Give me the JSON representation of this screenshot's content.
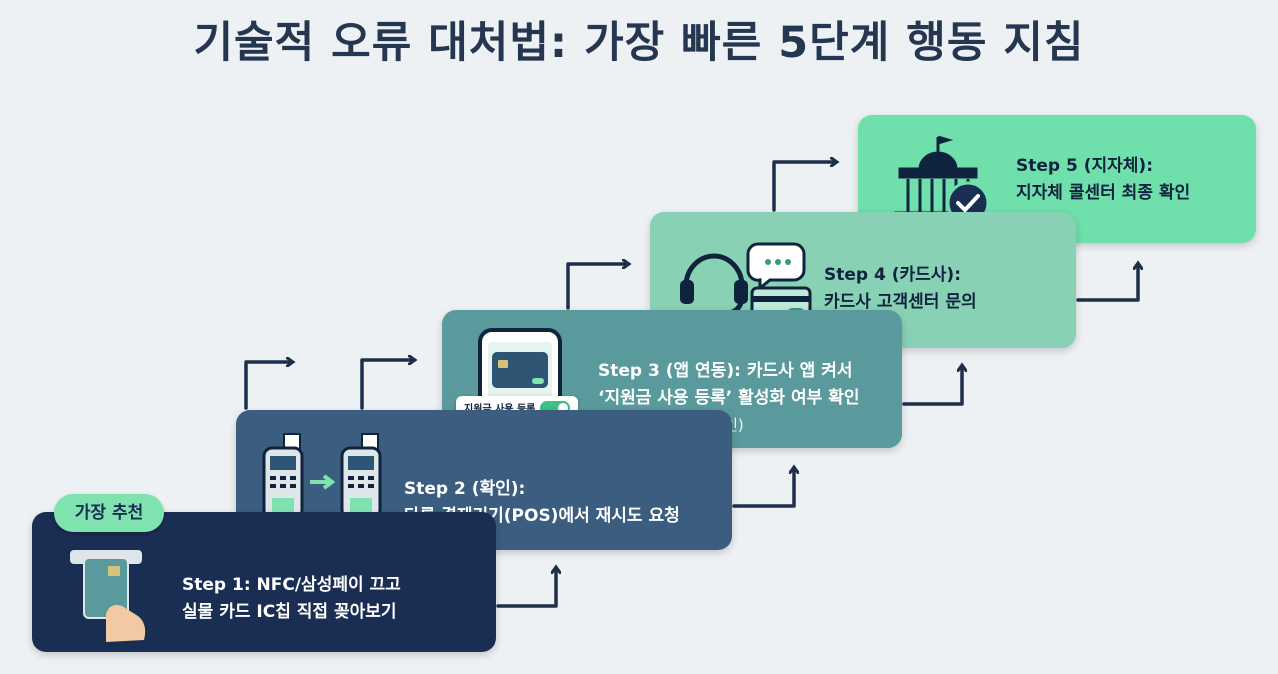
{
  "title": "기술적 오류 대처법: 가장 빠른 5단계 행동 지침",
  "badge": "가장 추천",
  "steps": [
    {
      "lines": [
        "Step 1: NFC/삼성페이 끄고",
        "실물 카드 IC칩 직접 꽂아보기"
      ],
      "icon": "card-insert-icon"
    },
    {
      "lines": [
        "Step 2 (확인):",
        "다른 결제기기(POS)에서 재시도 요청"
      ],
      "icon": "pos-terminal-icon"
    },
    {
      "lines": [
        "Step 3 (앱 연동): 카드사 앱 켜서",
        "‘지원금 사용 등록’ 활성화 여부 확인",
        "(재발급/가족카드 확인)"
      ],
      "toggle_label": "지원금 사용 등록",
      "icon": "phone-app-icon"
    },
    {
      "lines": [
        "Step 4 (카드사):",
        "카드사 고객센터 문의"
      ],
      "icon": "headset-icon"
    },
    {
      "lines": [
        "Step 5 (지자체):",
        "지자체 콜센터 최종 확인"
      ],
      "icon": "government-building-icon"
    }
  ],
  "colors": {
    "step1": "#1a2d52",
    "step2": "#3a5d80",
    "step3": "#5b9a9c",
    "step4": "#88d1b5",
    "step5": "#6fe0ac",
    "arrow": "#1f2f4a",
    "badge": "#7fe3b0"
  }
}
